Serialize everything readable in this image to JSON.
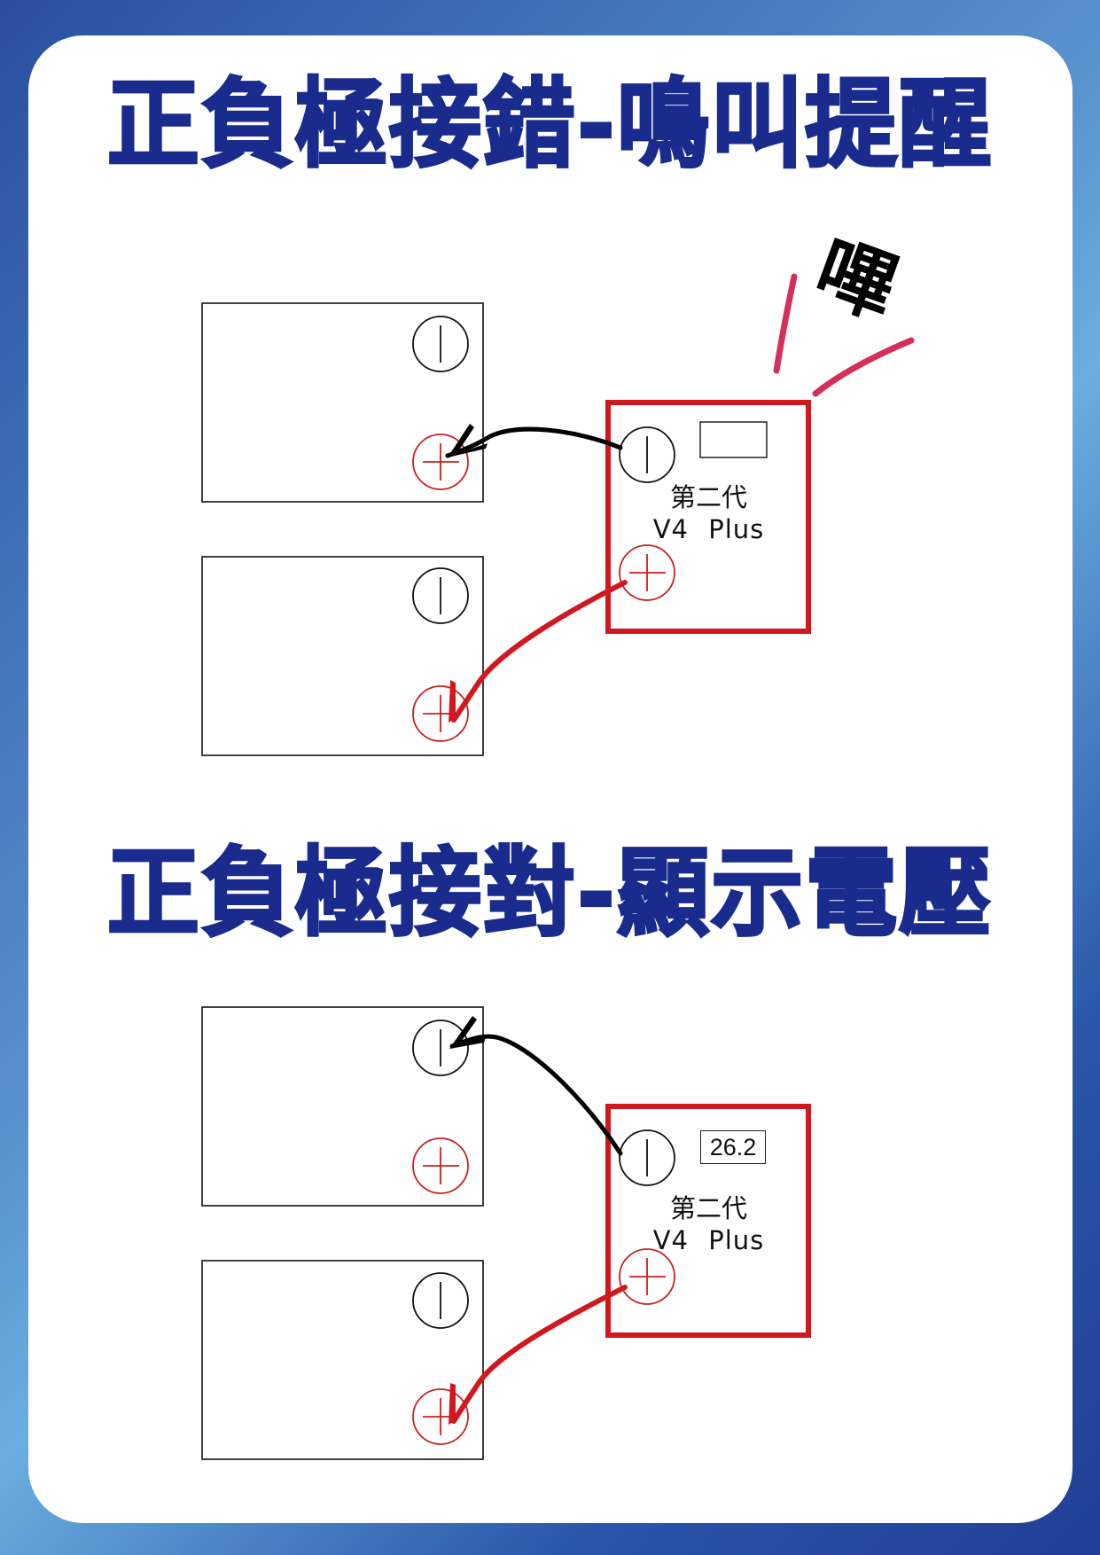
{
  "sections": [
    {
      "title": "正負極接錯-鳴叫提醒",
      "meter": {
        "generation": "第二代",
        "model": "V4  Plus",
        "display_value": "",
        "alert_text": "嗶"
      },
      "batteries": [
        {
          "neg_symbol": "−",
          "pos_symbol": "+"
        },
        {
          "neg_symbol": "−",
          "pos_symbol": "+"
        }
      ]
    },
    {
      "title": "正負極接對-顯示電壓",
      "meter": {
        "generation": "第二代",
        "model": "V4  Plus",
        "display_value": "26.2"
      },
      "batteries": [
        {
          "neg_symbol": "−",
          "pos_symbol": "+"
        },
        {
          "neg_symbol": "−",
          "pos_symbol": "+"
        }
      ]
    }
  ],
  "colors": {
    "title": "#1a2b8e",
    "meter_border": "#d0181e",
    "positive": "#c8221e",
    "negative": "#000000",
    "alert_marks": "#d0184a"
  }
}
